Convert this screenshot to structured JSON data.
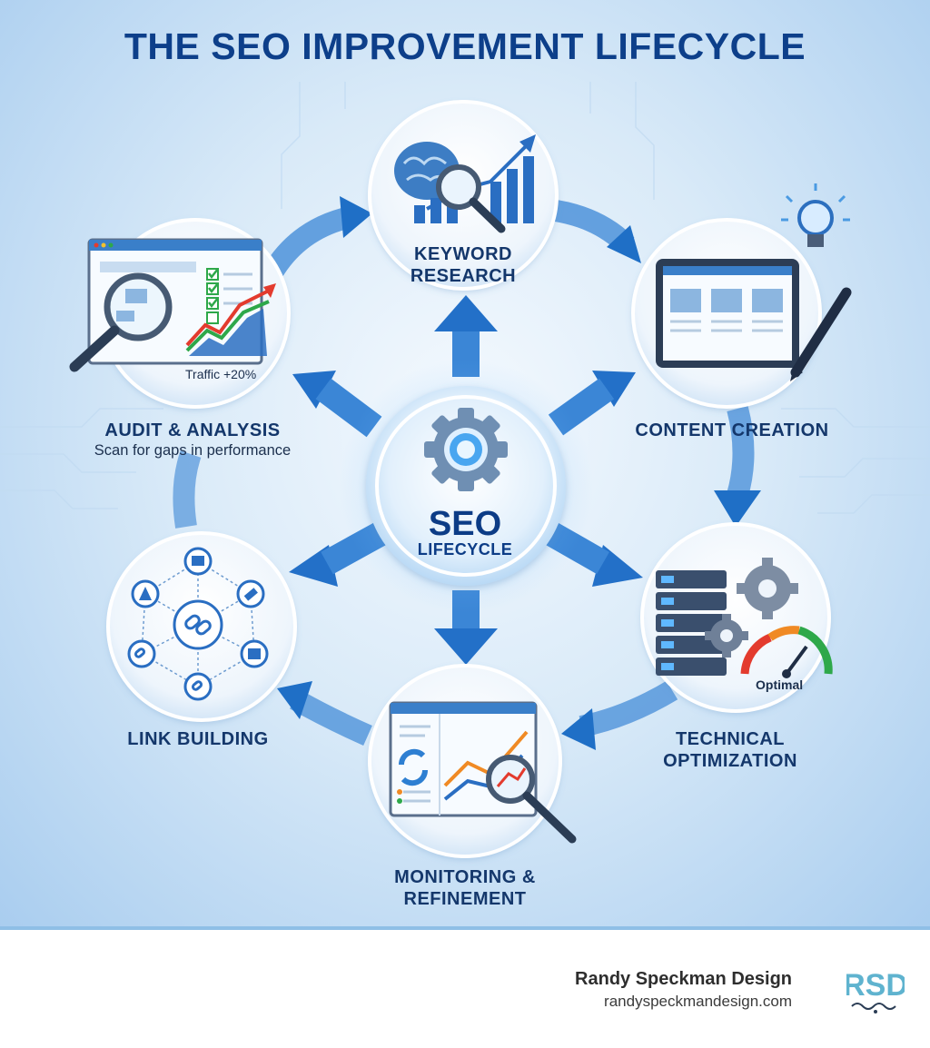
{
  "title": "THE SEO IMPROVEMENT LIFECYCLE",
  "center": {
    "title": "SEO",
    "subtitle": "LIFECYCLE"
  },
  "stages": {
    "keyword": {
      "label_line1": "KEYWORD",
      "label_line2": "RESEARCH"
    },
    "content": {
      "label": "CONTENT CREATION"
    },
    "technical": {
      "label_line1": "TECHNICAL",
      "label_line2": "OPTIMIZATION",
      "gauge_label": "Optimal"
    },
    "monitoring": {
      "label_line1": "MONITORING &",
      "label_line2": "REFINEMENT"
    },
    "link": {
      "label": "LINK BUILDING"
    },
    "audit": {
      "label": "AUDIT & ANALYSIS",
      "description": "Scan for gaps in performance",
      "traffic_label": "Traffic +20%"
    }
  },
  "colors": {
    "title": "#0d3f8a",
    "arrow": "#2f7fd3",
    "label": "#14376b",
    "accent_green": "#2ea84a",
    "accent_orange": "#f08a24",
    "accent_red": "#e33b2e"
  },
  "icons": {
    "keyword": [
      "brain-icon",
      "magnifier-icon",
      "bar-chart-icon"
    ],
    "content": [
      "tablet-icon",
      "pen-icon",
      "lightbulb-icon"
    ],
    "technical": [
      "server-icon",
      "gear-icon",
      "gauge-icon"
    ],
    "monitoring": [
      "dashboard-icon",
      "line-chart-icon",
      "magnifier-icon"
    ],
    "link": [
      "link-network-icon"
    ],
    "audit": [
      "browser-window-icon",
      "checklist-icon",
      "magnifier-icon"
    ]
  },
  "footer": {
    "brand_name": "Randy Speckman Design",
    "brand_url": "randyspeckmandesign.com",
    "logo_text": "RSD"
  }
}
